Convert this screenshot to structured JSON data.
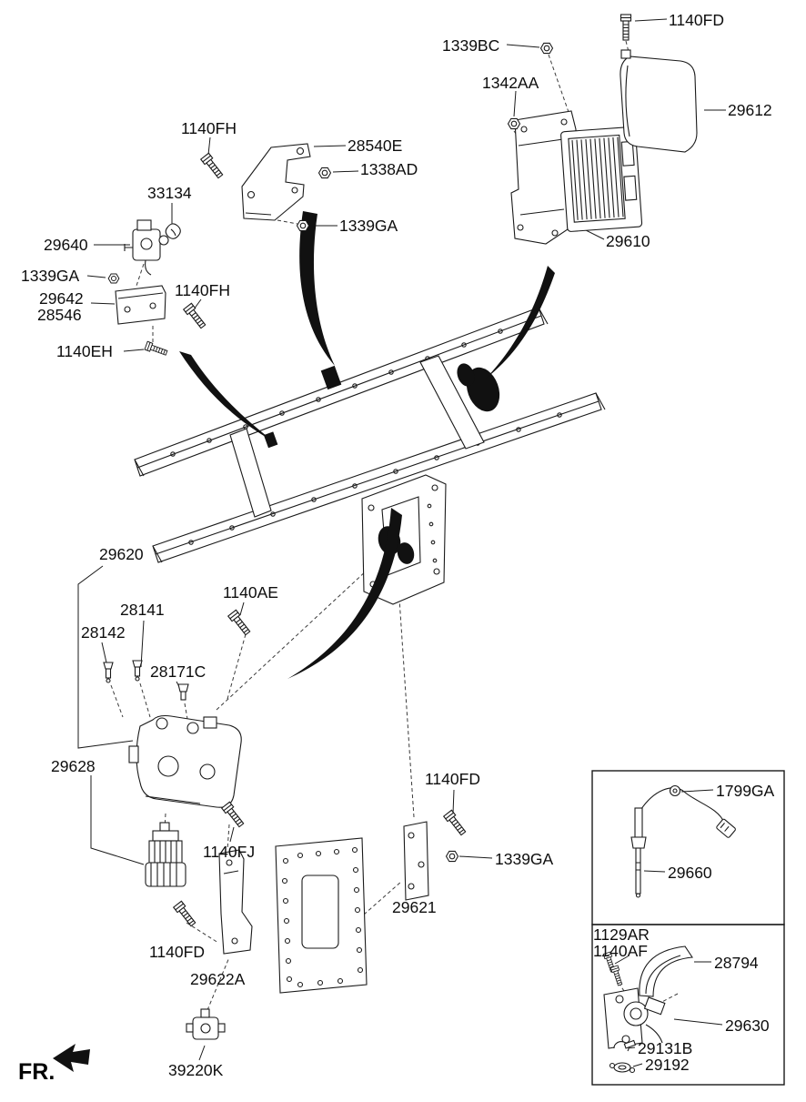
{
  "colors": {
    "ink": "#1a1a1a",
    "background": "#ffffff"
  },
  "fr_indicator": {
    "text": "FR."
  },
  "part_labels": [
    {
      "text": "1140FD"
    },
    {
      "text": "1339BC"
    },
    {
      "text": "1342AA"
    },
    {
      "text": "29612"
    },
    {
      "text": "1140FH"
    },
    {
      "text": "28540E"
    },
    {
      "text": "1338AD"
    },
    {
      "text": "33134"
    },
    {
      "text": "1339GA"
    },
    {
      "text": "29640"
    },
    {
      "text": "29610"
    },
    {
      "text": "1339GA"
    },
    {
      "text": "29642"
    },
    {
      "text": "28546"
    },
    {
      "text": "1140FH"
    },
    {
      "text": "1140EH"
    },
    {
      "text": "29620"
    },
    {
      "text": "28141"
    },
    {
      "text": "1140AE"
    },
    {
      "text": "28142"
    },
    {
      "text": "28171C"
    },
    {
      "text": "29628"
    },
    {
      "text": "1140FD"
    },
    {
      "text": "1799GA"
    },
    {
      "text": "1339GA"
    },
    {
      "text": "29660"
    },
    {
      "text": "1140FJ"
    },
    {
      "text": "29621"
    },
    {
      "text": "1129AR"
    },
    {
      "text": "1140AF"
    },
    {
      "text": "28794"
    },
    {
      "text": "1140FD"
    },
    {
      "text": "29622A"
    },
    {
      "text": "29630"
    },
    {
      "text": "29131B"
    },
    {
      "text": "39220K"
    },
    {
      "text": "29192"
    }
  ]
}
